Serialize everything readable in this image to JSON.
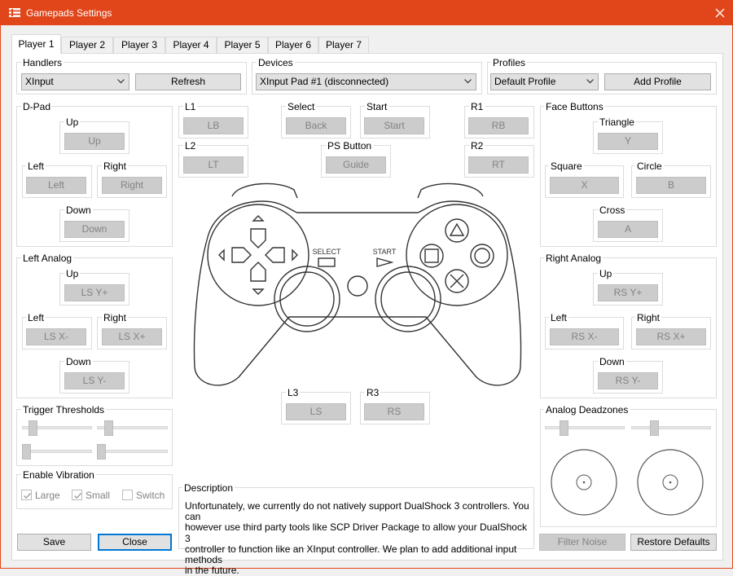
{
  "window": {
    "title": "Gamepads Settings"
  },
  "tabs": [
    "Player 1",
    "Player 2",
    "Player 3",
    "Player 4",
    "Player 5",
    "Player 6",
    "Player 7"
  ],
  "handlers": {
    "label": "Handlers",
    "selected": "XInput",
    "refresh": "Refresh"
  },
  "devices": {
    "label": "Devices",
    "selected": "XInput Pad #1 (disconnected)"
  },
  "profiles": {
    "label": "Profiles",
    "selected": "Default Profile",
    "add": "Add Profile"
  },
  "dpad": {
    "label": "D-Pad",
    "up_label": "Up",
    "up": "Up",
    "left_label": "Left",
    "left": "Left",
    "right_label": "Right",
    "right": "Right",
    "down_label": "Down",
    "down": "Down"
  },
  "left_analog": {
    "label": "Left Analog",
    "up_label": "Up",
    "up": "LS Y+",
    "left_label": "Left",
    "left": "LS X-",
    "right_label": "Right",
    "right": "LS X+",
    "down_label": "Down",
    "down": "LS Y-"
  },
  "center": {
    "l1_label": "L1",
    "l1": "LB",
    "l2_label": "L2",
    "l2": "LT",
    "select_label": "Select",
    "select": "Back",
    "start_label": "Start",
    "start": "Start",
    "ps_label": "PS Button",
    "ps": "Guide",
    "r1_label": "R1",
    "r1": "RB",
    "r2_label": "R2",
    "r2": "RT",
    "l3_label": "L3",
    "l3": "LS",
    "r3_label": "R3",
    "r3": "RS"
  },
  "controller_image": {
    "select_text": "SELECT",
    "start_text": "START"
  },
  "face_buttons": {
    "label": "Face Buttons",
    "triangle_label": "Triangle",
    "triangle": "Y",
    "square_label": "Square",
    "square": "X",
    "circle_label": "Circle",
    "circle": "B",
    "cross_label": "Cross",
    "cross": "A"
  },
  "right_analog": {
    "label": "Right Analog",
    "up_label": "Up",
    "up": "RS Y+",
    "left_label": "Left",
    "left": "RS X-",
    "right_label": "Right",
    "right": "RS X+",
    "down_label": "Down",
    "down": "RS Y-"
  },
  "trigger_thresholds": {
    "label": "Trigger Thresholds"
  },
  "vibration": {
    "label": "Enable Vibration",
    "large": "Large",
    "small": "Small",
    "switch": "Switch"
  },
  "description": {
    "label": "Description",
    "lines": [
      "Unfortunately, we currently do not natively support DualShock 3 controllers. You can",
      "however use third party tools like SCP Driver Package to allow your DualShock 3",
      "controller to function like an XInput controller. We plan to add additional input methods",
      "in the future."
    ]
  },
  "deadzones": {
    "label": "Analog Deadzones"
  },
  "footer": {
    "save": "Save",
    "close": "Close",
    "filter_noise": "Filter Noise",
    "restore": "Restore Defaults"
  },
  "colors": {
    "titlebar": "#e1461a",
    "focus": "#0078d7",
    "disabled_bg": "#cccccc",
    "disabled_text": "#838383"
  }
}
